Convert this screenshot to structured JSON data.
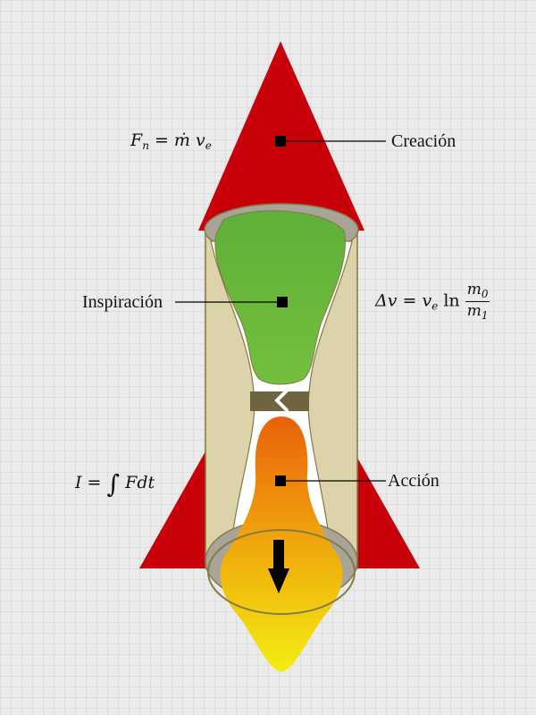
{
  "labels": {
    "creacion": "Creación",
    "inspiracion": "Inspiración",
    "accion": "Acción"
  },
  "formulas": {
    "thrust": {
      "lhs": "F",
      "lhs_sub": "n",
      "eq": " = ",
      "rhs": "ṁ v",
      "rhs_sub": "e"
    },
    "delta_v": {
      "lhs": "Δv",
      "eq": "  = v",
      "ve_sub": "e",
      "ln": " ln ",
      "num": "m",
      "num_sub": "0",
      "den": "m",
      "den_sub": "1"
    },
    "impulse": {
      "lhs": "I",
      "eq": " = ",
      "integral": "∫",
      "rhs": " Fdt"
    }
  },
  "colors": {
    "nose": "#c8000a",
    "fins": "#c8000a",
    "body": "#ddd3ab",
    "body_edge": "#857a43",
    "ring_gray": "#a9a49a",
    "green": "#6ab43a",
    "orange_top": "#e8650a",
    "yellow_bottom": "#f0ea10",
    "waist": "#6e6440",
    "marker": "#000000"
  }
}
